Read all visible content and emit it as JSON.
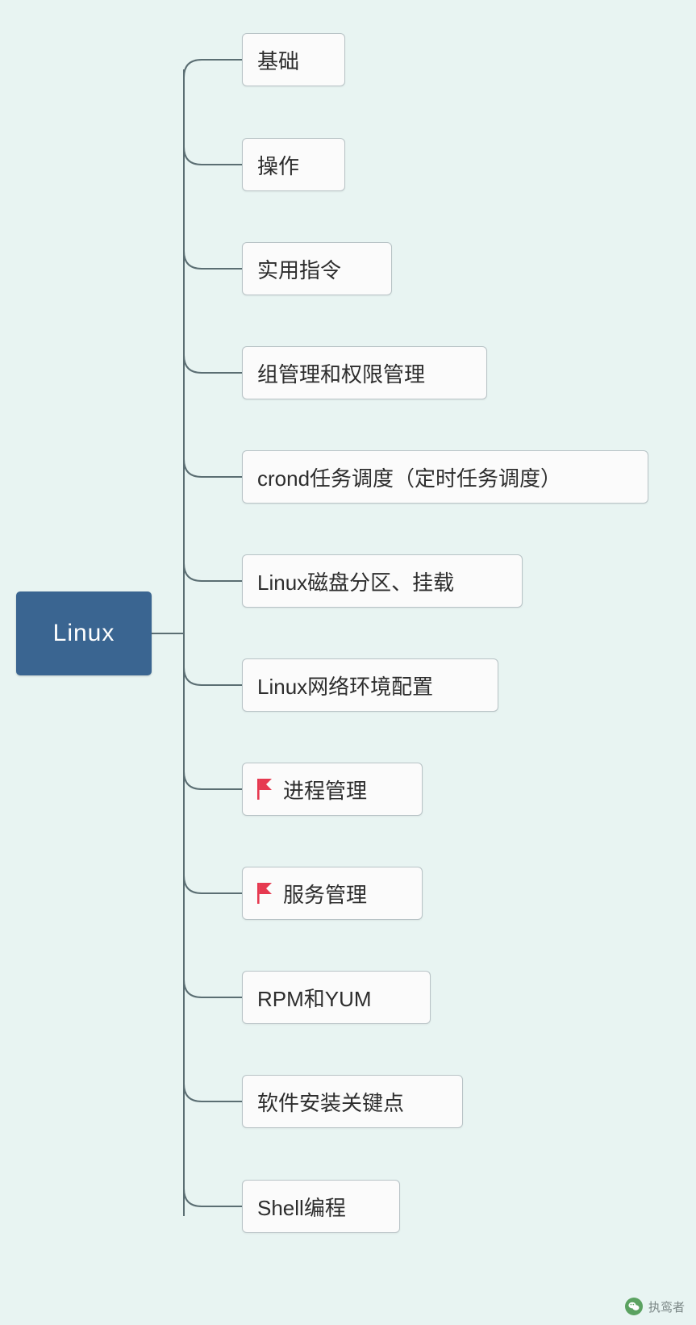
{
  "diagram": {
    "type": "mindmap",
    "background_color": "#e8f4f2",
    "root": {
      "label": "Linux",
      "fill_color": "#3a6591",
      "text_color": "#ffffff"
    },
    "branch_style": {
      "fill_color": "#fbfbfb",
      "border_color": "#b8c3c6",
      "text_color": "#2d2d2d",
      "line_color": "#5b6e73"
    },
    "branches": [
      {
        "label": "基础",
        "icon": null
      },
      {
        "label": "操作",
        "icon": null
      },
      {
        "label": "实用指令",
        "icon": null
      },
      {
        "label": "组管理和权限管理",
        "icon": null
      },
      {
        "label": "crond任务调度（定时任务调度）",
        "icon": null
      },
      {
        "label": "Linux磁盘分区、挂载",
        "icon": null
      },
      {
        "label": "Linux网络环境配置",
        "icon": null
      },
      {
        "label": "进程管理",
        "icon": "red-flag-icon"
      },
      {
        "label": "服务管理",
        "icon": "red-flag-icon"
      },
      {
        "label": "RPM和YUM",
        "icon": null
      },
      {
        "label": "软件安装关键点",
        "icon": null
      },
      {
        "label": "Shell编程",
        "icon": null
      }
    ]
  },
  "watermark": {
    "label": "执鸾者"
  }
}
